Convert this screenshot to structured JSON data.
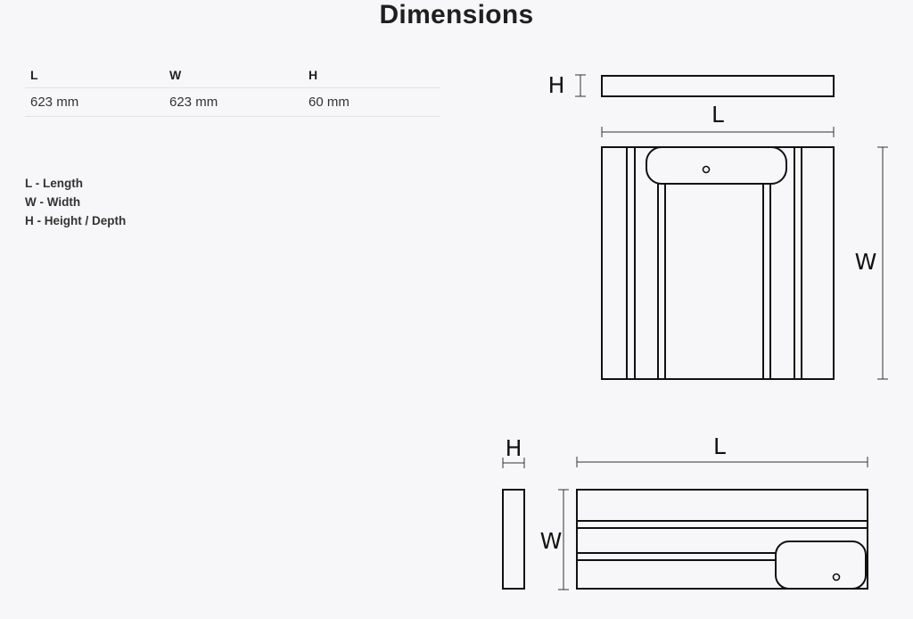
{
  "title": "Dimensions",
  "table": {
    "headers": [
      "L",
      "W",
      "H"
    ],
    "values": [
      "623 mm",
      "623 mm",
      "60 mm"
    ]
  },
  "legend": [
    "L - Length",
    "W - Width",
    "H - Height / Depth"
  ],
  "drawing_labels": {
    "top_view_height": "H",
    "top_view_length": "L",
    "front_view_width": "W",
    "side_view_height": "H",
    "side_view_length": "L",
    "side_view_width": "W"
  }
}
